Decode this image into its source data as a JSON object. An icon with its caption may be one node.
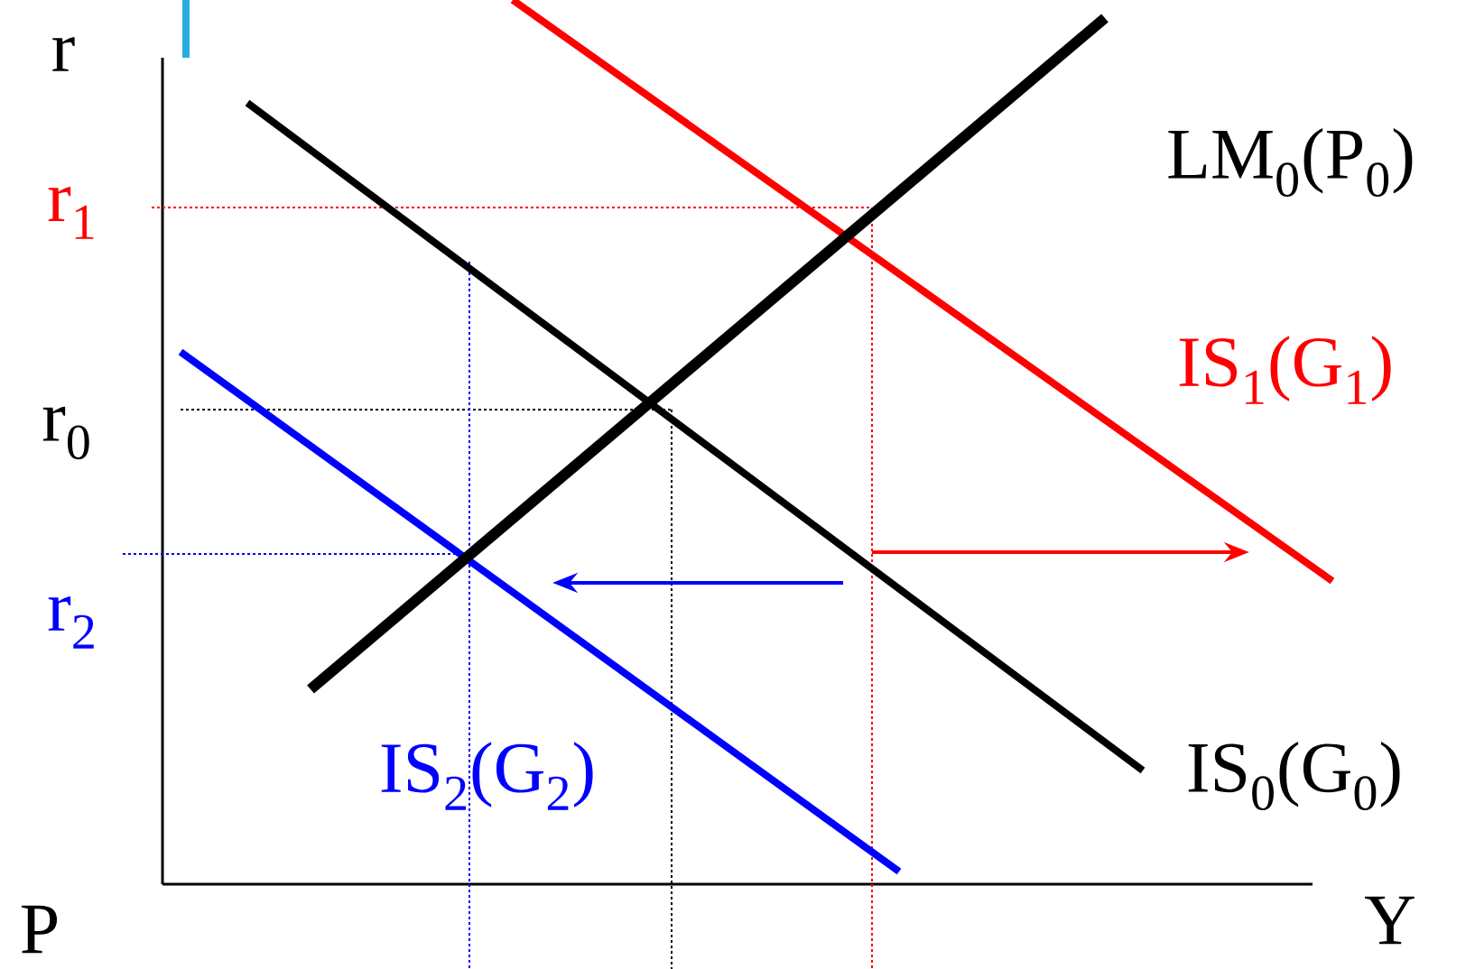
{
  "diagram": {
    "labels": [
      "r",
      "r$_{1}$",
      "LM$_{0}$(P$_{0}$)",
      "IS$_{1}$(G$_{1}$)",
      "r$_{0}$",
      "r$_{2}$",
      "IS$_{2}$(G$_{2}$)",
      "IS$_{0}$(G$_{0}$)",
      "P",
      "Y"
    ]
  }
}
